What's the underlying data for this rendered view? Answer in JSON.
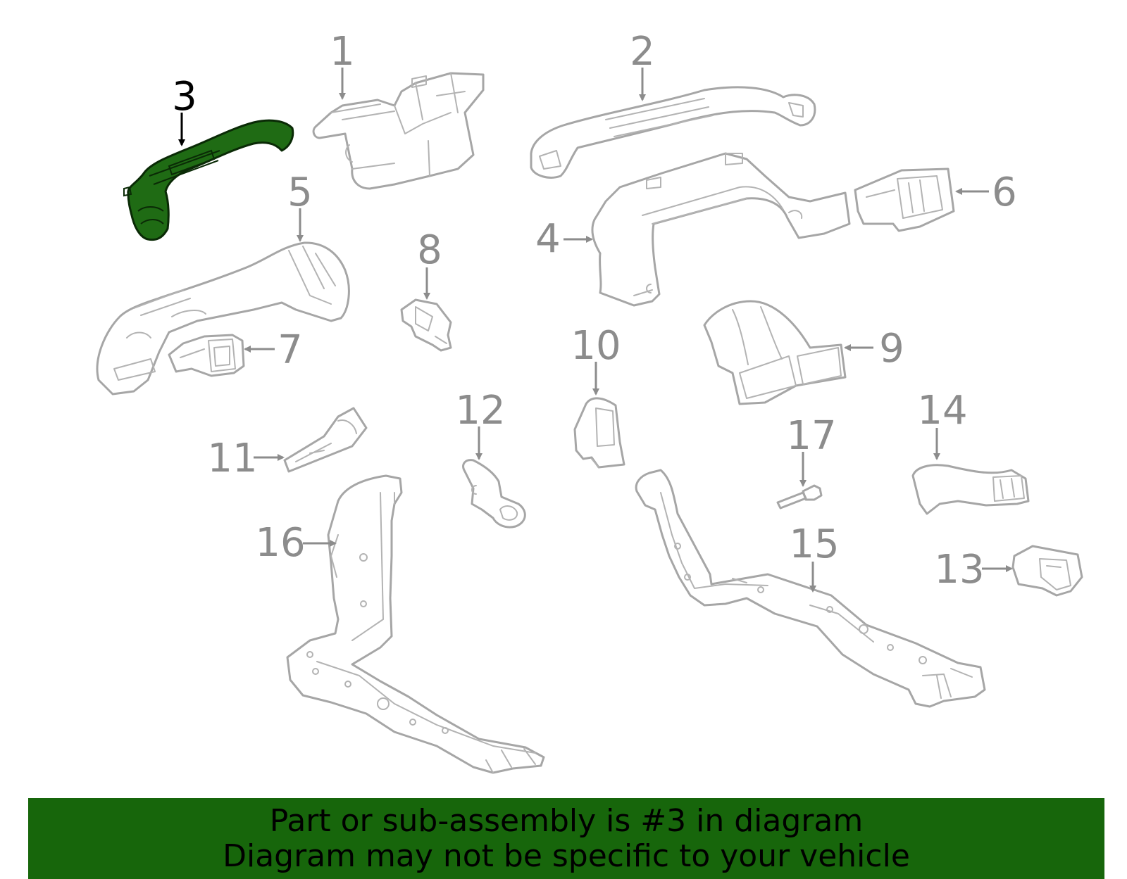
{
  "colors": {
    "highlight_part": "#1f6b14",
    "banner_background": "#17660b",
    "callout_gray": "#8c8c8c",
    "part_outline": "#a6a6a6"
  },
  "callouts": {
    "c1": "1",
    "c2": "2",
    "c3": "3",
    "c4": "4",
    "c5": "5",
    "c6": "6",
    "c7": "7",
    "c8": "8",
    "c9": "9",
    "c10": "10",
    "c11": "11",
    "c12": "12",
    "c13": "13",
    "c14": "14",
    "c15": "15",
    "c16": "16",
    "c17": "17"
  },
  "highlighted_part": "3",
  "banner": {
    "line1": "Part or sub-assembly is #3 in diagram",
    "line2": "Diagram may not be specific to your vehicle"
  }
}
